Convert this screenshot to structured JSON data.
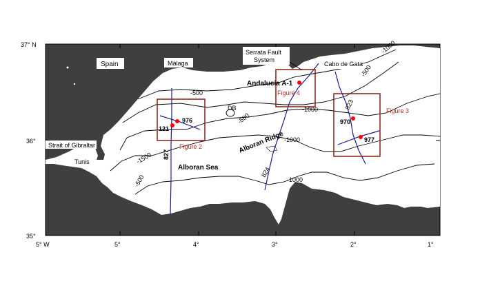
{
  "map": {
    "lat_labels": [
      "37° N",
      "36°",
      "35°"
    ],
    "lon_labels": [
      "5° W",
      "5°",
      "4°",
      "3°",
      "2°",
      "1°"
    ],
    "places": {
      "spain": "Spain",
      "malaga": "Málaga",
      "serrata": [
        "Serrata Fault",
        "System"
      ],
      "cabo_de_gata": "Cabo de Gata",
      "andalucia": "Andalucia A-1",
      "strait": "Strait of Gibraltar",
      "tunis": "Tunis",
      "alboran_sea": "Alboran Sea",
      "alboran_ridge": "Alboran Ridge",
      "db": "DB"
    },
    "figure_labels": {
      "figure2": "Figure 2",
      "figure3": "Figure 3",
      "figure4": "Figure 4"
    },
    "sites": {
      "s121": "121",
      "s976": "976",
      "s970": "970",
      "s977": "977"
    },
    "tracks": {
      "t827": "827",
      "t824": "824",
      "t823": "823"
    },
    "contours": {
      "c500a": "-500",
      "c500b": "-500",
      "c500c": "-500",
      "c500d": "-500",
      "c1000a": "-1000",
      "c1000b": "-1000",
      "c1000c": "-1000",
      "c1500": "-1500",
      "c1000d": "-1000"
    },
    "colors": {
      "land": "#3f3f3f",
      "sea": "#ffffff",
      "box": "#8b1a10",
      "site": "#ff0000",
      "track": "#1a1a8c"
    }
  }
}
